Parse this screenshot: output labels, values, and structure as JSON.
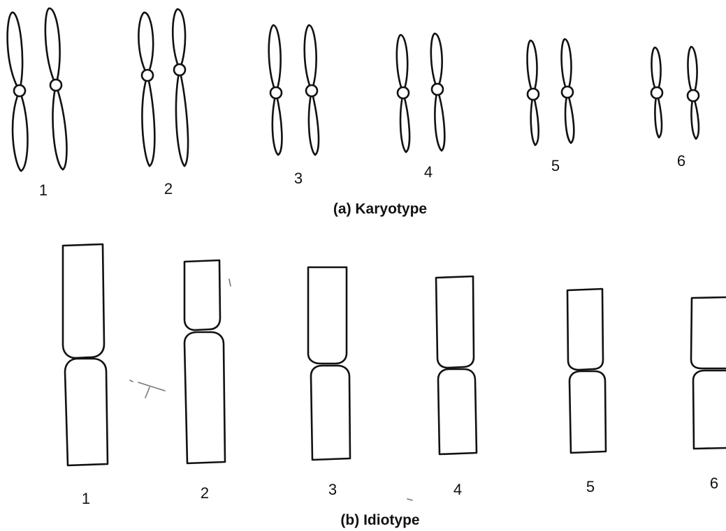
{
  "karyotype": {
    "caption": "(a) Karyotype",
    "pairs": [
      {
        "number": "1"
      },
      {
        "number": "2"
      },
      {
        "number": "3"
      },
      {
        "number": "4"
      },
      {
        "number": "5"
      },
      {
        "number": "6"
      }
    ]
  },
  "idiotype": {
    "caption": "(b) Idiotype",
    "chromosomes": [
      {
        "number": "1"
      },
      {
        "number": "2"
      },
      {
        "number": "3"
      },
      {
        "number": "4"
      },
      {
        "number": "5"
      },
      {
        "number": "6"
      }
    ]
  }
}
